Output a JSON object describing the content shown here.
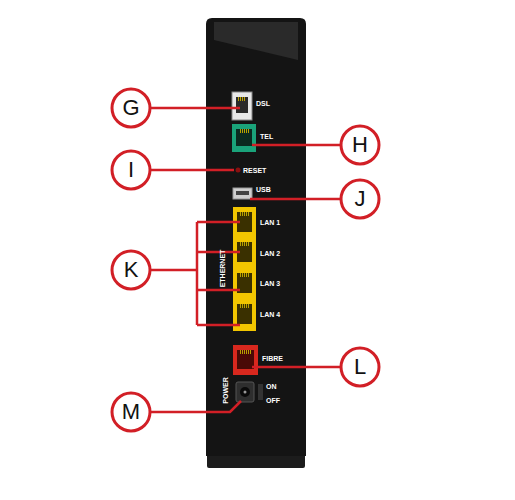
{
  "diagram": {
    "labels": [
      "G",
      "DSL",
      "TEL",
      "H",
      "I",
      "RESET",
      "USB",
      "J",
      "K",
      "ETHERNET",
      "LAN 1",
      "LAN 2",
      "LAN 3",
      "LAN 4",
      "FIBRE",
      "L",
      "M",
      "POWER",
      "ON",
      "OFF"
    ]
  }
}
